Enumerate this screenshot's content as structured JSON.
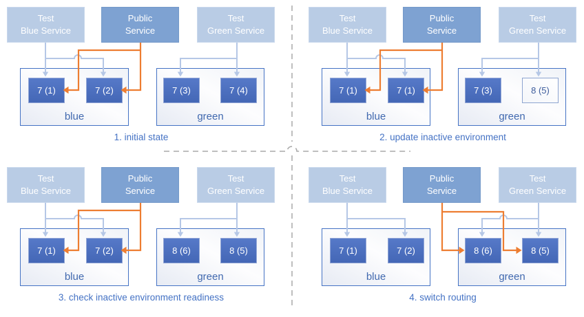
{
  "palette": {
    "accent_blue": "#4472C4",
    "test_service_fill": "#B9CCE5",
    "public_service_fill": "#7EA2D2",
    "instance_fill": "#4A6FC0",
    "instance_outline_border": "#8DA4D0",
    "connector_blue": "#B5C7E6",
    "connector_orange": "#ED7D31",
    "divider_gray": "#A8A8A8",
    "caption_color": "#4472C4",
    "env_label_color": "#4169AF"
  },
  "quadrants": [
    {
      "caption": "1. initial state",
      "routing_target": "blue",
      "services": [
        {
          "lines": [
            "Test",
            "Blue Service"
          ]
        },
        {
          "lines": [
            "Public",
            "Service"
          ]
        },
        {
          "lines": [
            "Test",
            "Green Service"
          ]
        }
      ],
      "environments": [
        {
          "label": "blue",
          "instances": [
            {
              "text": "7 (1)",
              "style": "filled"
            },
            {
              "text": "7 (2)",
              "style": "filled"
            }
          ]
        },
        {
          "label": "green",
          "instances": [
            {
              "text": "7 (3)",
              "style": "filled"
            },
            {
              "text": "7 (4)",
              "style": "filled"
            }
          ]
        }
      ]
    },
    {
      "caption": "2. update inactive environment",
      "routing_target": "blue",
      "services": [
        {
          "lines": [
            "Test",
            "Blue Service"
          ]
        },
        {
          "lines": [
            "Public",
            "Service"
          ]
        },
        {
          "lines": [
            "Test",
            "Green Service"
          ]
        }
      ],
      "environments": [
        {
          "label": "blue",
          "instances": [
            {
              "text": "7 (1)",
              "style": "filled"
            },
            {
              "text": "7 (1)",
              "style": "filled"
            }
          ]
        },
        {
          "label": "green",
          "instances": [
            {
              "text": "7 (3)",
              "style": "filled"
            },
            {
              "text": "8 (5)",
              "style": "outline"
            }
          ]
        }
      ]
    },
    {
      "caption": "3. check inactive environment readiness",
      "routing_target": "blue",
      "services": [
        {
          "lines": [
            "Test",
            "Blue Service"
          ]
        },
        {
          "lines": [
            "Public",
            "Service"
          ]
        },
        {
          "lines": [
            "Test",
            "Green Service"
          ]
        }
      ],
      "environments": [
        {
          "label": "blue",
          "instances": [
            {
              "text": "7 (1)",
              "style": "filled"
            },
            {
              "text": "7 (2)",
              "style": "filled"
            }
          ]
        },
        {
          "label": "green",
          "instances": [
            {
              "text": "8 (6)",
              "style": "filled"
            },
            {
              "text": "8 (5)",
              "style": "filled"
            }
          ]
        }
      ]
    },
    {
      "caption": "4. switch routing",
      "routing_target": "green",
      "services": [
        {
          "lines": [
            "Test",
            "Blue Service"
          ]
        },
        {
          "lines": [
            "Public",
            "Service"
          ]
        },
        {
          "lines": [
            "Test",
            "Green Service"
          ]
        }
      ],
      "environments": [
        {
          "label": "blue",
          "instances": [
            {
              "text": "7 (1)",
              "style": "filled"
            },
            {
              "text": "7 (2)",
              "style": "filled"
            }
          ]
        },
        {
          "label": "green",
          "instances": [
            {
              "text": "8 (6)",
              "style": "filled"
            },
            {
              "text": "8 (5)",
              "style": "filled"
            }
          ]
        }
      ]
    }
  ]
}
